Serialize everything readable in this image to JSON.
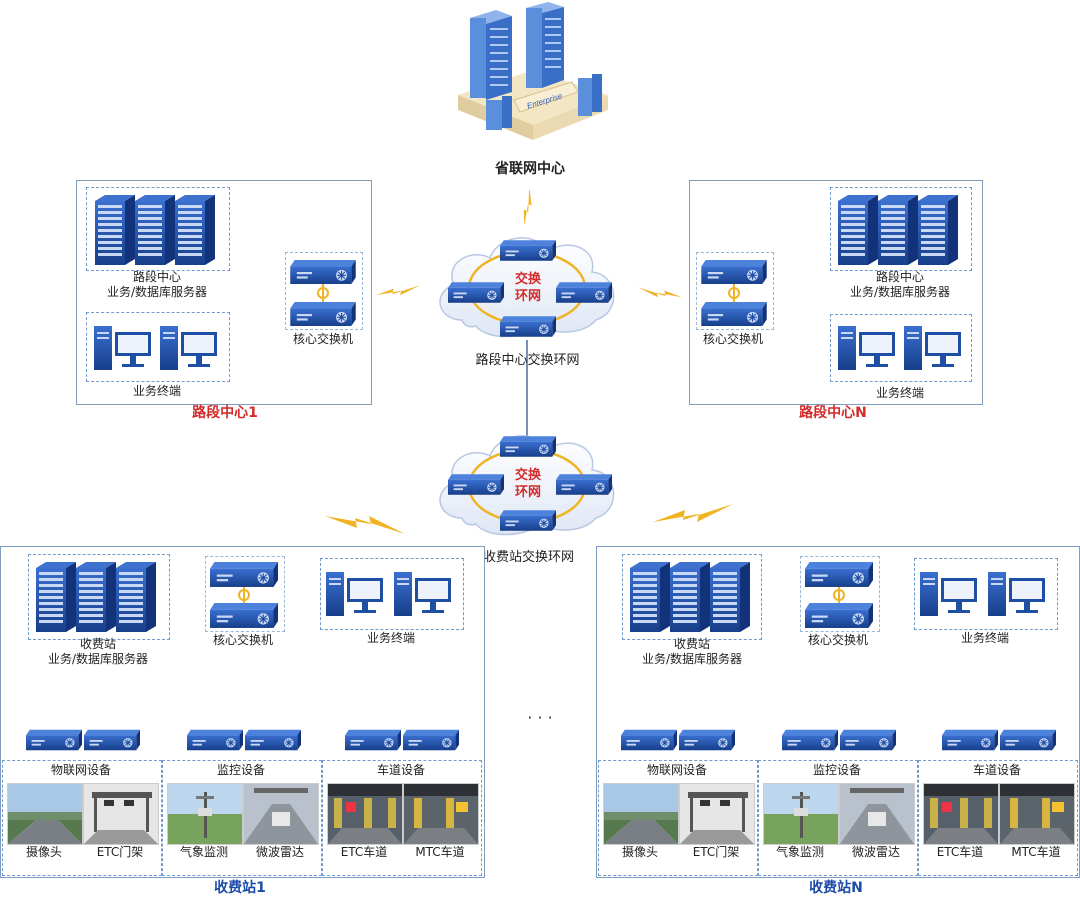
{
  "top": {
    "enterprise_sign": "Enterprise",
    "label": "省联网中心"
  },
  "road_ring": {
    "ring_text": "交换\n环网",
    "label": "路段中心交换环网"
  },
  "toll_ring": {
    "ring_text": "交换\n环网",
    "label": "收费站交换环网"
  },
  "road_center_1": {
    "servers_label": "路段中心\n业务/数据库服务器",
    "switch_label": "核心交换机",
    "terminals_label": "业务终端",
    "title": "路段中心1"
  },
  "road_center_n": {
    "servers_label": "路段中心\n业务/数据库服务器",
    "switch_label": "核心交换机",
    "terminals_label": "业务终端",
    "title": "路段中心N"
  },
  "toll_station_1": {
    "servers_label": "收费站\n业务/数据库服务器",
    "switch_label": "核心交换机",
    "terminals_label": "业务终端",
    "groups": [
      {
        "label": "物联网设备",
        "items": [
          "摄像头",
          "ETC门架"
        ]
      },
      {
        "label": "监控设备",
        "items": [
          "气象监测",
          "微波雷达"
        ]
      },
      {
        "label": "车道设备",
        "items": [
          "ETC车道",
          "MTC车道"
        ]
      }
    ],
    "title": "收费站1"
  },
  "toll_station_n": {
    "servers_label": "收费站\n业务/数据库服务器",
    "switch_label": "核心交换机",
    "terminals_label": "业务终端",
    "groups": [
      {
        "label": "物联网设备",
        "items": [
          "摄像头",
          "ETC门架"
        ]
      },
      {
        "label": "监控设备",
        "items": [
          "气象监测",
          "微波雷达"
        ]
      },
      {
        "label": "车道设备",
        "items": [
          "ETC车道",
          "MTC车道"
        ]
      }
    ],
    "title": "收费站N"
  },
  "ellipsis": "· · ·",
  "colors": {
    "device_blue": "#1f4fa5",
    "device_dark": "#163a7a",
    "accent_red": "#d42a2a",
    "ring_gold": "#f0b323",
    "title_blue": "#1b4aa8",
    "dash": "#6e9bcc"
  }
}
